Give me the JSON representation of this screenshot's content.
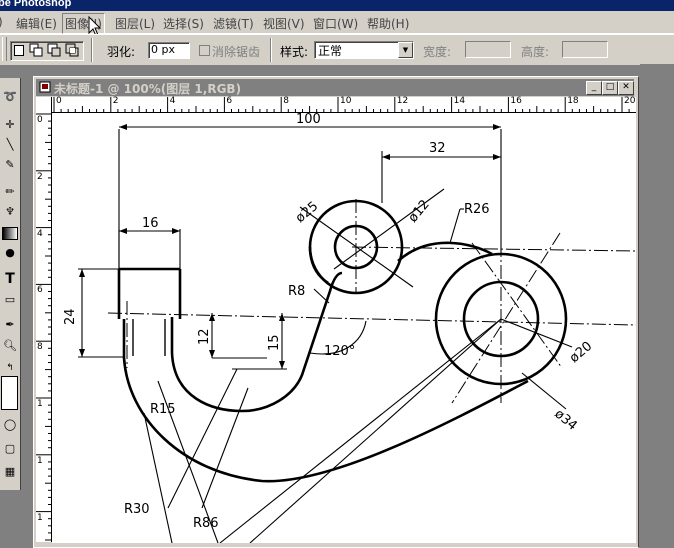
{
  "app": {
    "title": "be Photoshop"
  },
  "menu": [
    {
      "label": "编辑(E)"
    },
    {
      "label": "图像(I)"
    },
    {
      "label": "图层(L)"
    },
    {
      "label": "选择(S)"
    },
    {
      "label": "滤镜(T)"
    },
    {
      "label": "视图(V)"
    },
    {
      "label": "窗口(W)"
    },
    {
      "label": "帮助(H)"
    }
  ],
  "options": {
    "feather_label": "羽化:",
    "feather_value": "0 px",
    "antialias_label": "消除锯齿",
    "style_label": "样式:",
    "style_value": "正常",
    "width_label": "宽度:",
    "height_label": "高度:"
  },
  "document": {
    "title": "未标题-1 @ 100%(图层 1,RGB)",
    "h_ruler_labels": [
      "0",
      "2",
      "4",
      "6",
      "8",
      "10",
      "12",
      "14",
      "16",
      "18",
      "20"
    ],
    "v_ruler_labels": [
      "0",
      "2",
      "4",
      "6",
      "8",
      "1",
      "1",
      "1"
    ]
  },
  "drawing": {
    "dims": {
      "d100": "100",
      "d32": "32",
      "d16": "16",
      "d24": "24",
      "d12": "12",
      "d15": "15",
      "phi25": "ø25",
      "phi12": "ø12",
      "r26": "R26",
      "r8": "R8",
      "a120": "120°",
      "phi20": "ø20",
      "phi34": "ø34",
      "r15": "R15",
      "r30": "R30",
      "r86": "R86"
    }
  }
}
